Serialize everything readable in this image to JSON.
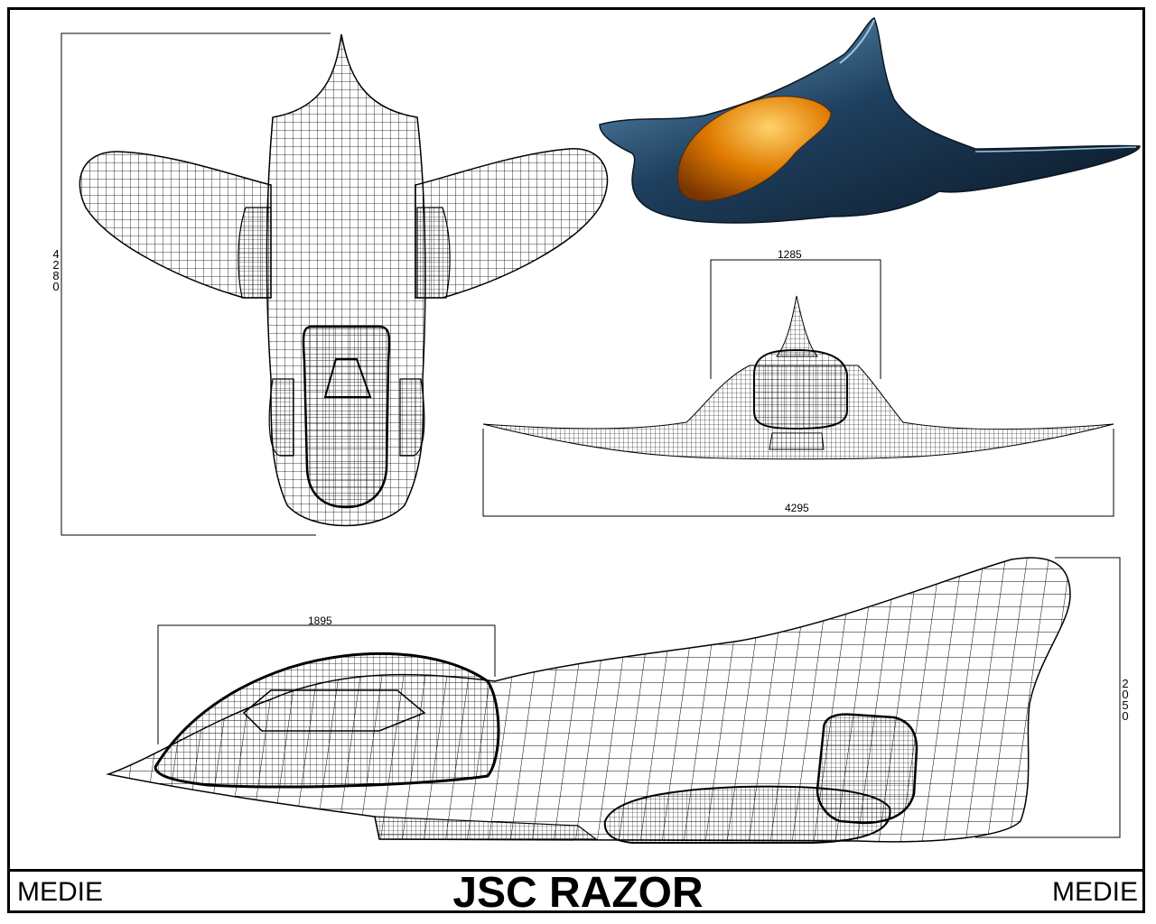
{
  "sheet": {
    "title": "JSC RAZOR",
    "footer_left": "MEDIE",
    "footer_right": "MEDIE"
  },
  "dimensions": {
    "top_view_length": "4280",
    "front_view_body_width": "1285",
    "front_view_span": "4295",
    "side_view_canopy_length": "1895",
    "side_view_height": "2050"
  },
  "colors": {
    "hull": "#1e3f5e",
    "hull_highlight": "#6fa3c8",
    "canopy": "#e07b00",
    "canopy_highlight": "#ffd36b",
    "wireframe": "#000000"
  }
}
